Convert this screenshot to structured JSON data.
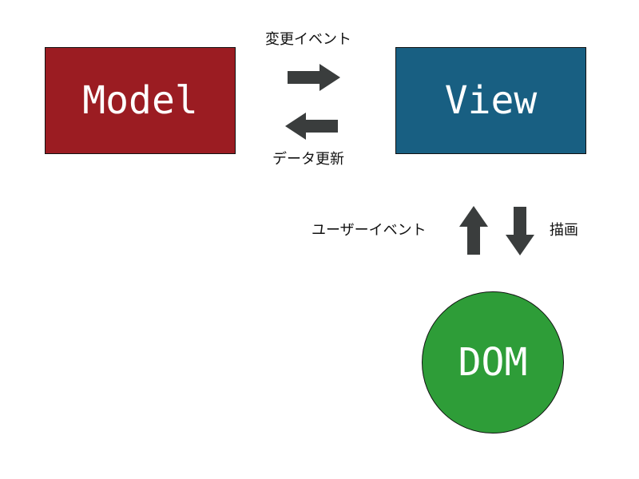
{
  "nodes": {
    "model": {
      "label": "Model",
      "color": "#9b1c22"
    },
    "view": {
      "label": "View",
      "color": "#185f82"
    },
    "dom": {
      "label": "DOM",
      "color": "#2e9d38"
    }
  },
  "edges": {
    "model_to_view": {
      "label": "変更イベント",
      "direction": "right",
      "icon": "arrow-right-icon"
    },
    "view_to_model": {
      "label": "データ更新",
      "direction": "left",
      "icon": "arrow-left-icon"
    },
    "dom_to_view": {
      "label": "ユーザーイベント",
      "direction": "up",
      "icon": "arrow-up-icon"
    },
    "view_to_dom": {
      "label": "描画",
      "direction": "down",
      "icon": "arrow-down-icon"
    }
  },
  "colors": {
    "arrow": "#3a3d3d",
    "node_text": "#ffffff",
    "label_text": "#111111"
  }
}
